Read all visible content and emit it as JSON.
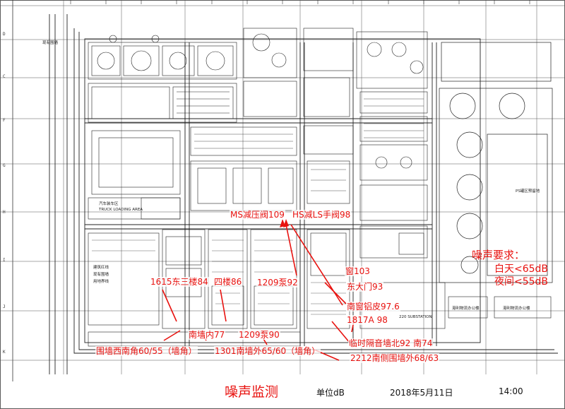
{
  "title": "噪声监测",
  "unit": "单位dB",
  "date": "2018年5月11日",
  "time": "14:00",
  "requirement": {
    "heading": "噪声要求：",
    "day": "白天<65dB",
    "night": "夜间<55dB"
  },
  "points": [
    {
      "id": "ms-valve",
      "text": "MS减压阀109"
    },
    {
      "id": "hs-valve",
      "text": "HS减LS手阀98"
    },
    {
      "id": "1615-east",
      "text": "1615东三楼84"
    },
    {
      "id": "floor4",
      "text": "四楼86"
    },
    {
      "id": "1209-pump-a",
      "text": "1209泵92"
    },
    {
      "id": "window",
      "text": "窗103"
    },
    {
      "id": "east-gate",
      "text": "东大门93"
    },
    {
      "id": "south-window",
      "text": "南窗铝皮97.6"
    },
    {
      "id": "1817a",
      "text": "1817A 98"
    },
    {
      "id": "south-wall-in",
      "text": "南墙内77"
    },
    {
      "id": "1209-pump-b",
      "text": "1209泵90"
    },
    {
      "id": "temp-barrier",
      "text": "临时隔音墙北92 南74"
    },
    {
      "id": "sw-corner",
      "text": "围墙西南角60/55（墙角）"
    },
    {
      "id": "1301-south",
      "text": "1301南墙外65/60（墙角）"
    },
    {
      "id": "2212-south",
      "text": "2212南侧围墙外68/63"
    }
  ],
  "map_labels": {
    "truck_zone": "汽车装车区",
    "truck_en": "TRUCK LOADING AREA",
    "tank_zone": "PS罐区预留地",
    "substation": "220 SUBSTATION",
    "office_a": "港利物流办公楼",
    "office_b": "港利物流办公楼",
    "boundary_a": "建筑红线",
    "boundary_b": "现有围墙",
    "boundary_c": "用地界线",
    "top_wall": "现有围墙"
  }
}
